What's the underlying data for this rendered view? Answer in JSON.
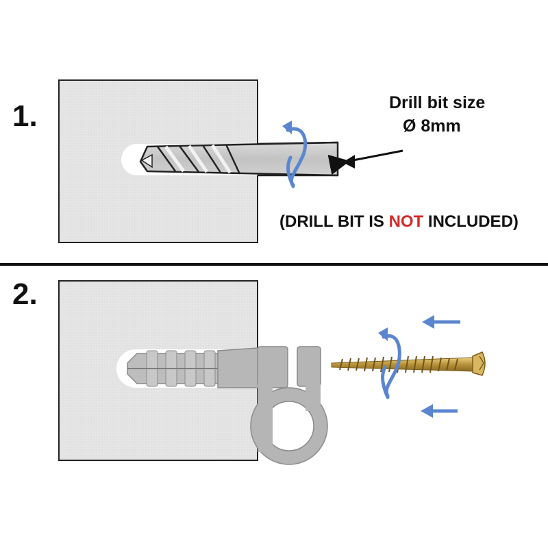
{
  "steps": [
    {
      "number": "1."
    },
    {
      "number": "2."
    }
  ],
  "drill_label": {
    "title": "Drill bit size",
    "size": "Ø 8mm"
  },
  "note": {
    "open": "(DRILL BIT IS ",
    "emphasis": "NOT",
    "close": " INCLUDED)"
  },
  "colors": {
    "wall": "#e6e6e6",
    "wall_border": "#222222",
    "rotation_arrow": "#5b86cf",
    "push_arrow": "#5b86cf",
    "plug": "#b9b9b9",
    "plug_dark": "#8f8f8f",
    "screw": "#c8a54a",
    "emphasis": "#d42a2a"
  },
  "icons": {
    "rotation": "rotation-arrow-icon",
    "push": "left-arrow-icon"
  }
}
